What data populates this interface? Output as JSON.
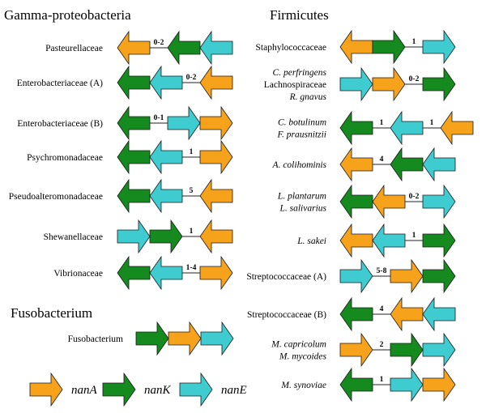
{
  "colors": {
    "nanA": "#F7A21B",
    "nanK": "#158A1E",
    "nanE": "#3ECCD0",
    "outline": "#1a1a1a"
  },
  "sections": {
    "gamma": "Gamma-proteobacteria",
    "firmicutes": "Firmicutes",
    "fuso": "Fusobacterium"
  },
  "legend": [
    {
      "gene": "nanA",
      "label": "nanA"
    },
    {
      "gene": "nanK",
      "label": "nanK"
    },
    {
      "gene": "nanE",
      "label": "nanE"
    }
  ],
  "left_rows": [
    {
      "id": "pasteurellaceae",
      "labels": [
        {
          "t": "Pasteurellaceae",
          "i": false
        }
      ],
      "genes": [
        {
          "g": "nanA",
          "d": "L"
        },
        {
          "sep": "0-2"
        },
        {
          "g": "nanK",
          "d": "L"
        },
        {
          "g": "nanE",
          "d": "L"
        }
      ]
    },
    {
      "id": "enterobacteriaceae-a",
      "labels": [
        {
          "t": "Enterobacteriaceae  (A)",
          "i": false
        }
      ],
      "genes": [
        {
          "g": "nanK",
          "d": "L"
        },
        {
          "g": "nanE",
          "d": "L"
        },
        {
          "sep": "0-2"
        },
        {
          "g": "nanA",
          "d": "L"
        }
      ]
    },
    {
      "id": "enterobacteriaceae-b",
      "labels": [
        {
          "t": "Enterobacteriaceae  (B)",
          "i": false
        }
      ],
      "genes": [
        {
          "g": "nanK",
          "d": "L"
        },
        {
          "sep": "0-1"
        },
        {
          "g": "nanE",
          "d": "R"
        },
        {
          "g": "nanA",
          "d": "R"
        }
      ]
    },
    {
      "id": "psychromonadaceae",
      "labels": [
        {
          "t": "Psychromonadaceae",
          "i": false
        }
      ],
      "genes": [
        {
          "g": "nanK",
          "d": "L"
        },
        {
          "g": "nanE",
          "d": "L"
        },
        {
          "sep": "1"
        },
        {
          "g": "nanA",
          "d": "R"
        }
      ]
    },
    {
      "id": "pseudoalteromonadaceae",
      "labels": [
        {
          "t": "Pseudoalteromonadaceae",
          "i": false
        }
      ],
      "genes": [
        {
          "g": "nanK",
          "d": "L"
        },
        {
          "g": "nanE",
          "d": "L"
        },
        {
          "sep": "5"
        },
        {
          "g": "nanA",
          "d": "L"
        }
      ]
    },
    {
      "id": "shewanellaceae",
      "labels": [
        {
          "t": "Shewanellaceae",
          "i": false
        }
      ],
      "genes": [
        {
          "g": "nanE",
          "d": "R"
        },
        {
          "g": "nanK",
          "d": "R"
        },
        {
          "sep": "1"
        },
        {
          "g": "nanA",
          "d": "L"
        }
      ]
    },
    {
      "id": "vibrionaceae",
      "labels": [
        {
          "t": "Vibrionaceae",
          "i": false
        }
      ],
      "genes": [
        {
          "g": "nanK",
          "d": "L"
        },
        {
          "g": "nanE",
          "d": "L"
        },
        {
          "sep": "1-4"
        },
        {
          "g": "nanA",
          "d": "R"
        }
      ]
    }
  ],
  "fuso_row": {
    "id": "fusobacterium",
    "labels": [
      {
        "t": "Fusobacterium",
        "i": false
      }
    ],
    "genes": [
      {
        "g": "nanK",
        "d": "R"
      },
      {
        "g": "nanA",
        "d": "R"
      },
      {
        "g": "nanE",
        "d": "R"
      }
    ]
  },
  "right_rows": [
    {
      "id": "staphylococcaceae",
      "labels": [
        {
          "t": "Staphylococcaceae",
          "i": false
        }
      ],
      "genes": [
        {
          "g": "nanA",
          "d": "L"
        },
        {
          "g": "nanK",
          "d": "R"
        },
        {
          "sep": "1"
        },
        {
          "g": "nanE",
          "d": "R"
        }
      ]
    },
    {
      "id": "c-perfringens",
      "labels": [
        {
          "t": "C. perfringens",
          "i": true
        },
        {
          "t": "Lachnospiraceae",
          "i": false
        },
        {
          "t": "R. gnavus",
          "i": true
        }
      ],
      "genes": [
        {
          "g": "nanE",
          "d": "R"
        },
        {
          "g": "nanA",
          "d": "R"
        },
        {
          "sep": "0-2"
        },
        {
          "g": "nanK",
          "d": "R"
        }
      ]
    },
    {
      "id": "c-botulinum",
      "labels": [
        {
          "t": "C. botulinum",
          "i": true
        },
        {
          "t": "F. prausnitzii",
          "i": true
        }
      ],
      "genes": [
        {
          "g": "nanK",
          "d": "L"
        },
        {
          "sep": "1"
        },
        {
          "g": "nanE",
          "d": "L"
        },
        {
          "sep": "1"
        },
        {
          "g": "nanA",
          "d": "L"
        }
      ]
    },
    {
      "id": "a-colihominis",
      "labels": [
        {
          "t": "A. colihominis",
          "i": true
        }
      ],
      "genes": [
        {
          "g": "nanA",
          "d": "L"
        },
        {
          "sep": "4"
        },
        {
          "g": "nanK",
          "d": "L"
        },
        {
          "g": "nanE",
          "d": "L"
        }
      ]
    },
    {
      "id": "l-plantarum",
      "labels": [
        {
          "t": "L. plantarum",
          "i": true
        },
        {
          "t": "L. salivarius",
          "i": true
        }
      ],
      "genes": [
        {
          "g": "nanK",
          "d": "L"
        },
        {
          "g": "nanA",
          "d": "L"
        },
        {
          "sep": "0-2"
        },
        {
          "g": "nanE",
          "d": "R"
        }
      ]
    },
    {
      "id": "l-sakei",
      "labels": [
        {
          "t": "L. sakei",
          "i": true
        }
      ],
      "genes": [
        {
          "g": "nanA",
          "d": "L"
        },
        {
          "g": "nanE",
          "d": "L"
        },
        {
          "sep": "1"
        },
        {
          "g": "nanK",
          "d": "R"
        }
      ]
    },
    {
      "id": "streptococcaceae-a",
      "labels": [
        {
          "t": "Streptococcaceae  (A)",
          "i": false
        }
      ],
      "genes": [
        {
          "g": "nanE",
          "d": "R"
        },
        {
          "sep": "5-8"
        },
        {
          "g": "nanA",
          "d": "R"
        },
        {
          "g": "nanK",
          "d": "R"
        }
      ]
    },
    {
      "id": "streptococcaceae-b",
      "labels": [
        {
          "t": "Streptococcaceae  (B)",
          "i": false
        }
      ],
      "genes": [
        {
          "g": "nanK",
          "d": "L"
        },
        {
          "sep": "4"
        },
        {
          "g": "nanA",
          "d": "L"
        },
        {
          "g": "nanE",
          "d": "L"
        }
      ]
    },
    {
      "id": "m-capricolum",
      "labels": [
        {
          "t": "M. capricolum",
          "i": true
        },
        {
          "t": "M. mycoides",
          "i": true
        }
      ],
      "genes": [
        {
          "g": "nanA",
          "d": "R"
        },
        {
          "sep": "2"
        },
        {
          "g": "nanK",
          "d": "R"
        },
        {
          "g": "nanE",
          "d": "R"
        }
      ]
    },
    {
      "id": "m-synoviae",
      "labels": [
        {
          "t": "M. synoviae",
          "i": true
        }
      ],
      "genes": [
        {
          "g": "nanK",
          "d": "L"
        },
        {
          "sep": "1"
        },
        {
          "g": "nanE",
          "d": "R"
        },
        {
          "g": "nanA",
          "d": "R"
        }
      ]
    }
  ]
}
